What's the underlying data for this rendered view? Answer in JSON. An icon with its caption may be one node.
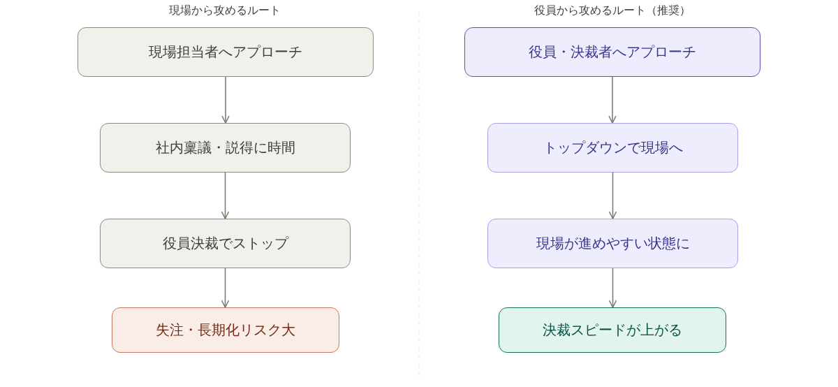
{
  "diagram": {
    "nodes": [
      {
        "text": [
          "現場担当者へアプローチ"
        ]
      },
      {
        "text": [
          "社内稟議・説得に時間"
        ]
      },
      {
        "text": [
          "役員決裁でストップ"
        ]
      },
      {
        "text": [
          "失注・長期化リスク大"
        ]
      },
      {
        "text": [
          "役員・決裁者へアプローチ"
        ]
      },
      {
        "text": [
          "トップダウンで現場へ"
        ]
      },
      {
        "text": [
          "現場が進めやすい状態に"
        ]
      },
      {
        "text": [
          "決裁スピードが上がる"
        ]
      }
    ],
    "edges": [
      {
        "from": 0,
        "to": 1,
        "arrow": "to"
      },
      {
        "from": 1,
        "to": 2,
        "arrow": "to"
      },
      {
        "from": 2,
        "to": 3,
        "arrow": "to"
      },
      {
        "from": 4,
        "to": 5,
        "arrow": "to"
      },
      {
        "from": 5,
        "to": 6,
        "arrow": "to"
      },
      {
        "from": 6,
        "to": 7,
        "arrow": "to"
      }
    ],
    "labels": [
      "現場から攻めるルート",
      "役員から攻めるルート（推奨）"
    ]
  }
}
